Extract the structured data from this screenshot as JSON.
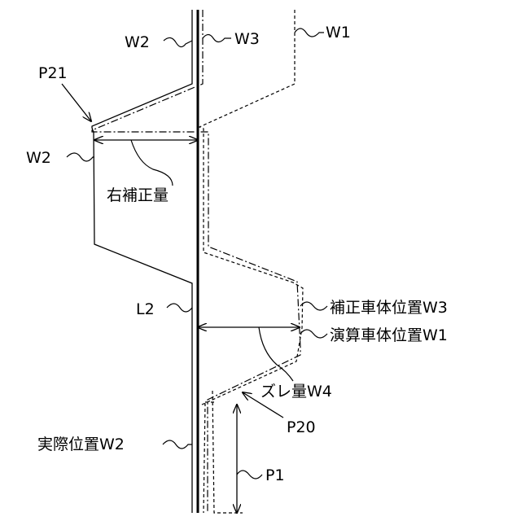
{
  "labels": {
    "w2_top": "W2",
    "w3_top": "W3",
    "w1_top": "W1",
    "p21": "P21",
    "w2_left": "W2",
    "right_correction": "右補正量",
    "l2": "L2",
    "corrected_position": "補正車体位置W3",
    "computed_position": "演算車体位置W1",
    "deviation": "ズレ量W4",
    "p20": "P20",
    "p1": "P1",
    "actual_position": "実際位置W2"
  }
}
